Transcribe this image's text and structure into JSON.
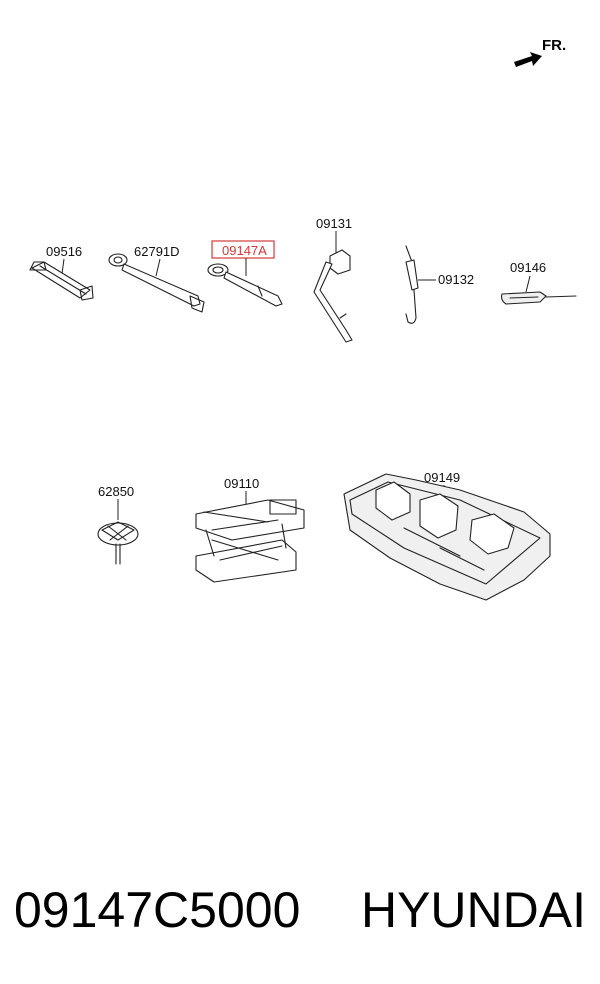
{
  "direction": {
    "label": "FR."
  },
  "parts": [
    {
      "code": "09516",
      "highlighted": false
    },
    {
      "code": "62791D",
      "highlighted": false
    },
    {
      "code": "09147A",
      "highlighted": true
    },
    {
      "code": "09131",
      "highlighted": false
    },
    {
      "code": "09132",
      "highlighted": false
    },
    {
      "code": "09146",
      "highlighted": false
    },
    {
      "code": "62850",
      "highlighted": false
    },
    {
      "code": "09110",
      "highlighted": false
    },
    {
      "code": "09149",
      "highlighted": false
    }
  ],
  "caption": {
    "part_number": "09147C5000",
    "brand": "HYUNDAI"
  },
  "colors": {
    "highlight": "#d23a3a",
    "ink": "#222222"
  }
}
